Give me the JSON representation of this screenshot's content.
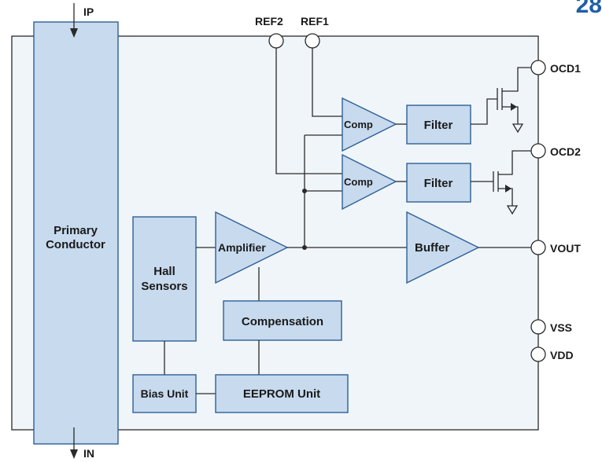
{
  "corner_number": "28",
  "pins": {
    "ip": "IP",
    "in": "IN",
    "ref2": "REF2",
    "ref1": "REF1",
    "ocd1": "OCD1",
    "ocd2": "OCD2",
    "vout": "VOUT",
    "vss": "VSS",
    "vdd": "VDD"
  },
  "blocks": {
    "primary_conductor_line1": "Primary",
    "primary_conductor_line2": "Conductor",
    "hall_sensors_line1": "Hall",
    "hall_sensors_line2": "Sensors",
    "amplifier": "Amplifier",
    "compensation": "Compensation",
    "bias_unit": "Bias Unit",
    "eeprom_unit": "EEPROM Unit",
    "comp1": "Comp",
    "comp2": "Comp",
    "filter1": "Filter",
    "filter2": "Filter",
    "buffer": "Buffer"
  },
  "colors": {
    "block_fill": "#c7daee",
    "block_stroke": "#2e5f95",
    "chip_fill": "#f0f5fa",
    "accent": "#1f5fa8"
  }
}
